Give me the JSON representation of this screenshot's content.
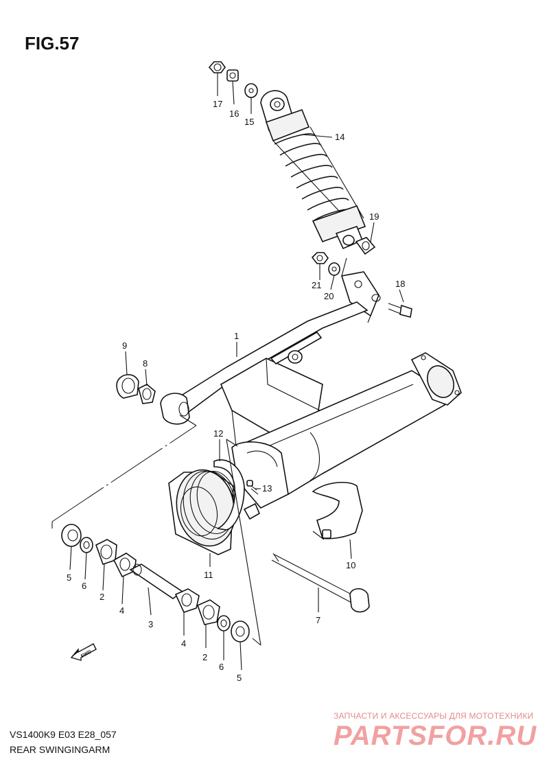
{
  "figure_title": "FIG.57",
  "model_code": "VS1400K9 E03 E28_057",
  "section_title": "REAR SWINGINGARM",
  "fwd_label": "FWD",
  "watermark": {
    "subtitle": "ЗАПЧАСТИ И АКСЕССУАРЫ ДЛЯ МОТОТЕХНИКИ",
    "brand": "PARTSFOR.RU"
  },
  "callouts": {
    "p1": "1",
    "p2a": "2",
    "p2b": "2",
    "p3": "3",
    "p4a": "4",
    "p4b": "4",
    "p5a": "5",
    "p5b": "5",
    "p6a": "6",
    "p6b": "6",
    "p7": "7",
    "p8": "8",
    "p9": "9",
    "p10": "10",
    "p11": "11",
    "p12": "12",
    "p13": "13",
    "p14": "14",
    "p15": "15",
    "p16": "16",
    "p17": "17",
    "p18": "18",
    "p19": "19",
    "p20": "20",
    "p21": "21"
  }
}
